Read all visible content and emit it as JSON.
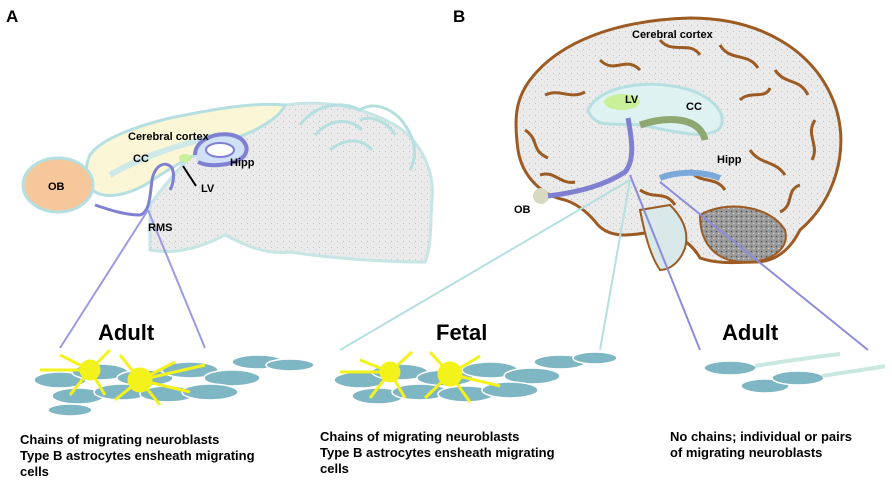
{
  "panels": {
    "a": "A",
    "b": "B"
  },
  "rodent": {
    "ob": "OB",
    "cc": "CC",
    "cortex": "Cerebral cortex",
    "lv": "LV",
    "hipp": "Hipp",
    "rms": "RMS"
  },
  "human": {
    "cortex": "Cerebral cortex",
    "lv": "LV",
    "cc": "CC",
    "hipp": "Hipp",
    "ob": "OB"
  },
  "sections": {
    "adult_rodent": "Adult",
    "fetal": "Fetal",
    "adult_human": "Adult"
  },
  "captions": {
    "rodent_line1": "Chains of migrating neuroblasts",
    "rodent_line2": "Type B astrocytes ensheath migrating",
    "rodent_line3": "cells",
    "fetal_line1": "Chains of migrating neuroblasts",
    "fetal_line2": "Type B astrocytes ensheath migrating",
    "fetal_line3": "cells",
    "adult_line1": "No chains; individual or pairs",
    "adult_line2": "of migrating neuroblasts"
  },
  "colors": {
    "brain_fill": "#e9e9e9",
    "cortex_fill": "#fbf6d6",
    "outline": "#b5dfe0",
    "rms": "#7f80d2",
    "ob": "#f5c79a",
    "gyri": "#9c5b22",
    "lv": "#c9f19a",
    "neuroblast": "#7fb6c4",
    "astrocyte": "#f3f21b"
  }
}
